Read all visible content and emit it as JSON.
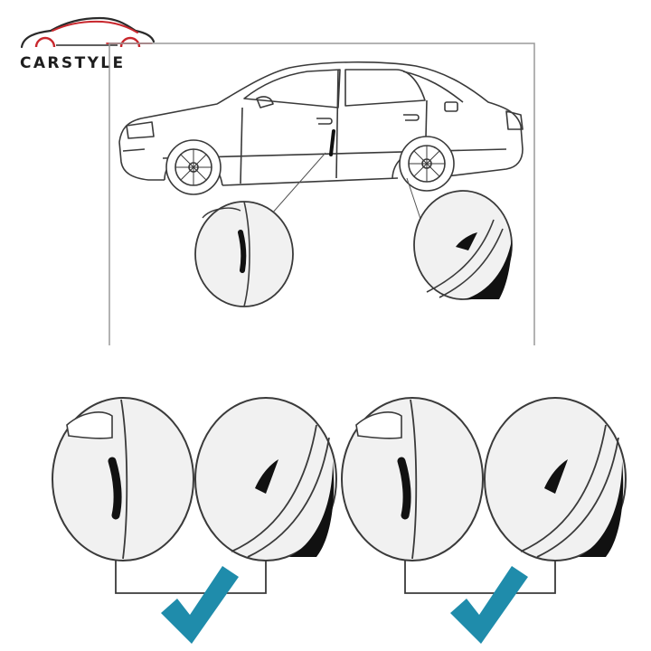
{
  "logo": {
    "text": "CARSTYLE",
    "icon": "car-silhouette-icon",
    "accent_color": "#c8272d",
    "text_color": "#1e1e1e"
  },
  "diagram": {
    "car_icon": "sedan-side-view-icon",
    "zoom_callouts": [
      "door-edge-guard",
      "wheel-arch-guard"
    ]
  },
  "examples": {
    "check_icon": "checkmark-icon",
    "check_color": "#1f8cab",
    "groups": 2
  }
}
